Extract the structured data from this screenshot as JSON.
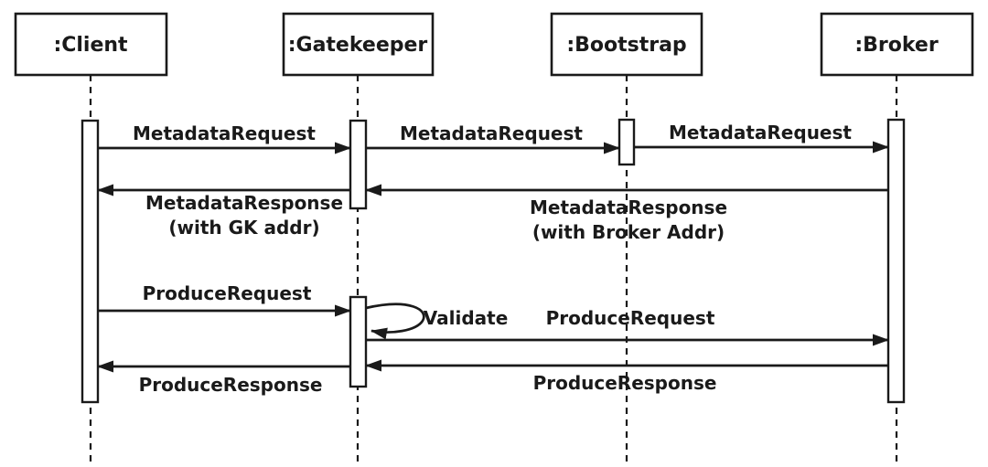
{
  "theme": {
    "stroke": "#1a1a1a",
    "background": "#ffffff"
  },
  "diagram": {
    "kind": "uml-sequence-diagram"
  },
  "participants": [
    {
      "id": "client",
      "label": ":Client"
    },
    {
      "id": "gatekeeper",
      "label": ":Gatekeeper"
    },
    {
      "id": "bootstrap",
      "label": ":Bootstrap"
    },
    {
      "id": "broker",
      "label": ":Broker"
    }
  ],
  "messages": [
    {
      "label": "MetadataRequest",
      "from": ":Client",
      "to": ":Gatekeeper"
    },
    {
      "label": "MetadataRequest",
      "from": ":Gatekeeper",
      "to": ":Bootstrap"
    },
    {
      "label": "MetadataRequest",
      "from": ":Bootstrap",
      "to": ":Broker"
    },
    {
      "label": "MetadataResponse",
      "note": "(with Broker Addr)",
      "from": ":Broker",
      "to": ":Gatekeeper"
    },
    {
      "label": "MetadataResponse",
      "note": "(with GK addr)",
      "from": ":Gatekeeper",
      "to": ":Client"
    },
    {
      "label": "ProduceRequest",
      "from": ":Client",
      "to": ":Gatekeeper"
    },
    {
      "label": "Validate",
      "from": ":Gatekeeper",
      "to": ":Gatekeeper",
      "self": true
    },
    {
      "label": "ProduceRequest",
      "from": ":Gatekeeper",
      "to": ":Broker"
    },
    {
      "label": "ProduceResponse",
      "from": ":Broker",
      "to": ":Gatekeeper"
    },
    {
      "label": "ProduceResponse",
      "from": ":Gatekeeper",
      "to": ":Client"
    }
  ]
}
